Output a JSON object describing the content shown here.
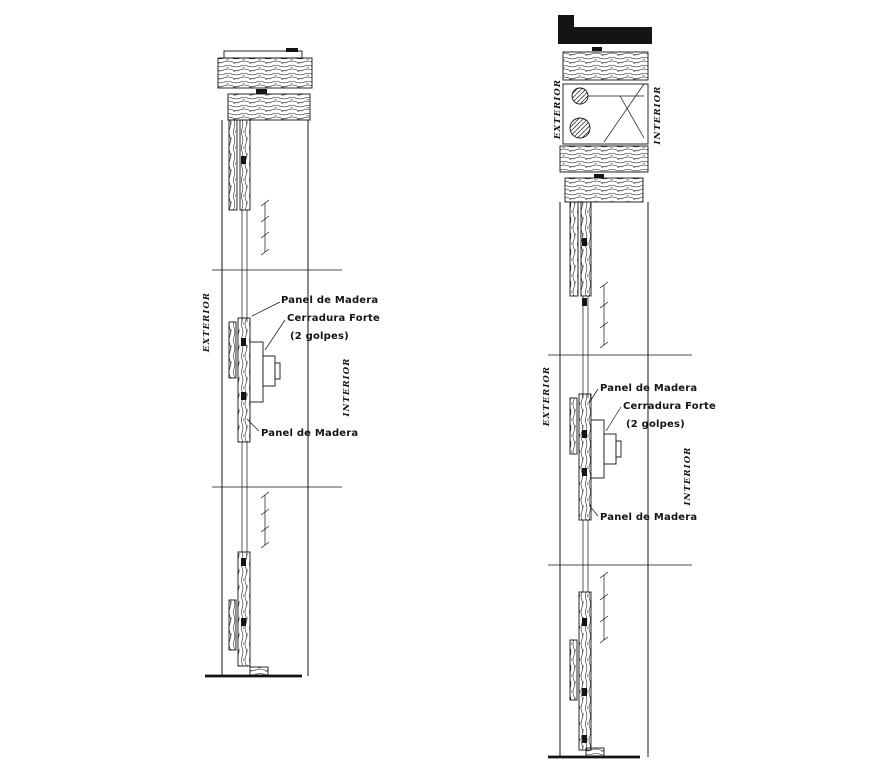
{
  "colors": {
    "ink": "#141414",
    "background": "#ffffff"
  },
  "left_detail": {
    "exterior": "EXTERIOR",
    "interior": "INTERIOR",
    "panel_top": "Panel de Madera",
    "lock_line1": "Cerradura Forte",
    "lock_line2": "(2 golpes)",
    "panel_bottom": "Panel de Madera"
  },
  "right_detail": {
    "exterior_top": "EXTERIOR",
    "interior_top": "INTERIOR",
    "exterior": "EXTERIOR",
    "interior": "INTERIOR",
    "panel_top": "Panel de Madera",
    "lock_line1": "Cerradura Forte",
    "lock_line2": "(2 golpes)",
    "panel_bottom": "Panel de Madera"
  }
}
